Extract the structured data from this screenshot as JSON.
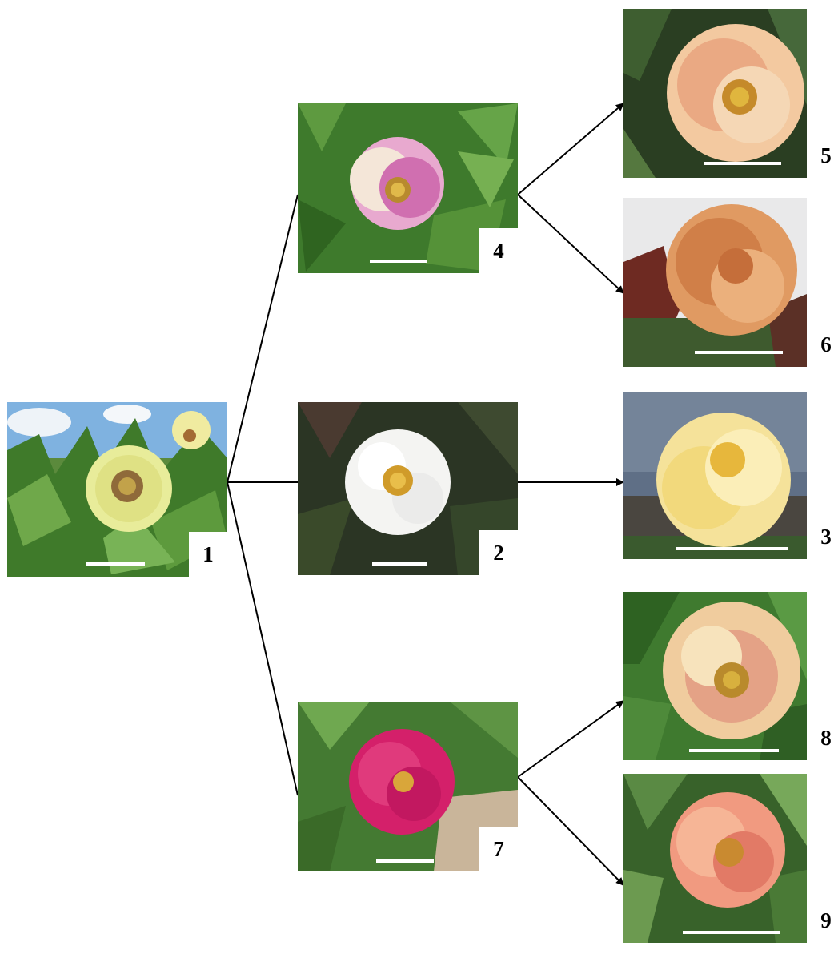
{
  "panels": [
    {
      "id": "1",
      "label": "1",
      "flower": "pale yellow",
      "background": "foliage with blue sky"
    },
    {
      "id": "2",
      "label": "2",
      "flower": "white",
      "background": "dark foliage"
    },
    {
      "id": "3",
      "label": "3",
      "flower": "cream yellow",
      "background": "grey sky"
    },
    {
      "id": "4",
      "label": "4",
      "flower": "pink and cream",
      "background": "green foliage"
    },
    {
      "id": "5",
      "label": "5",
      "flower": "peach orange",
      "background": "dark foliage"
    },
    {
      "id": "6",
      "label": "6",
      "flower": "apricot orange",
      "background": "white sky"
    },
    {
      "id": "7",
      "label": "7",
      "flower": "magenta",
      "background": "green foliage"
    },
    {
      "id": "8",
      "label": "8",
      "flower": "pale peach",
      "background": "green foliage"
    },
    {
      "id": "9",
      "label": "9",
      "flower": "coral salmon",
      "background": "green foliage"
    }
  ],
  "colors": {
    "line": "#000000",
    "scale_bar": "#ffffff",
    "label_box": "#ffffff"
  },
  "connections": [
    {
      "from": "1",
      "to": "4",
      "arrow": false
    },
    {
      "from": "1",
      "to": "2",
      "arrow": false
    },
    {
      "from": "1",
      "to": "7",
      "arrow": false
    },
    {
      "from": "4",
      "to": "5",
      "arrow": true
    },
    {
      "from": "4",
      "to": "6",
      "arrow": true
    },
    {
      "from": "2",
      "to": "3",
      "arrow": true
    },
    {
      "from": "7",
      "to": "8",
      "arrow": true
    },
    {
      "from": "7",
      "to": "9",
      "arrow": true
    }
  ]
}
